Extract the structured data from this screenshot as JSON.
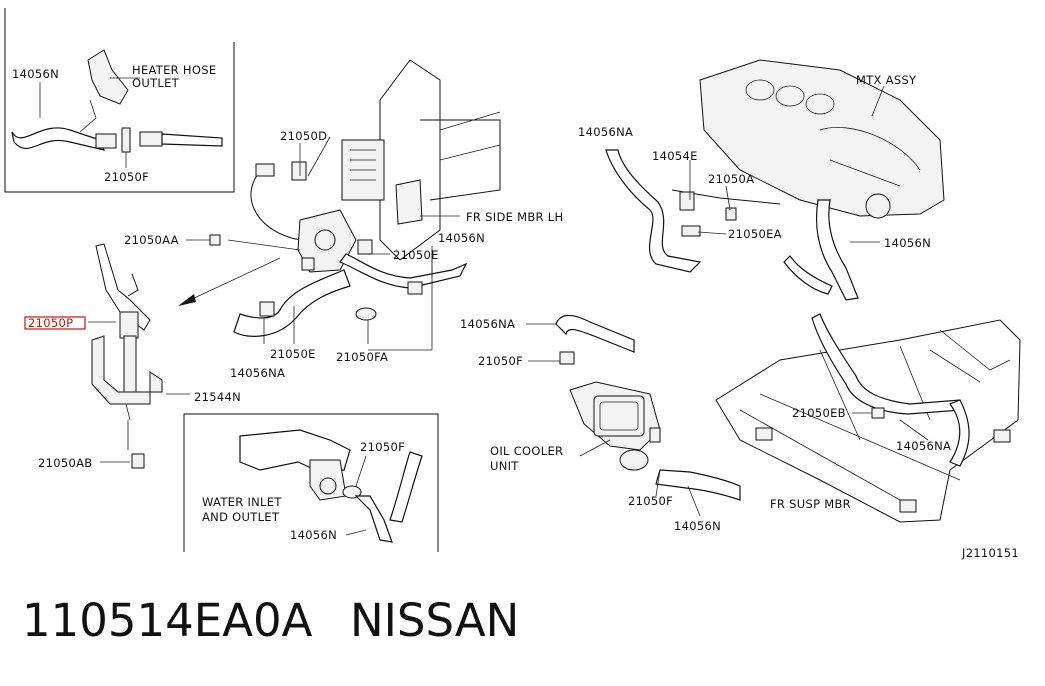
{
  "diagram": {
    "part_labels": {
      "top_left_hose": "14056N",
      "heater_hose_outlet_line1": "HEATER HOSE",
      "heater_hose_outlet_line2": "OUTLET",
      "inset_clamp": "21050F",
      "clamp_d": "21050D",
      "fr_side_mbr": "FR SIDE MBR LH",
      "clamp_aa": "21050AA",
      "hose_n_center": "14056N",
      "clamp_e_center": "21050E",
      "highlighted_part": "21050P",
      "hose_na_center": "14056NA",
      "clamp_e_lower": "21050E",
      "clamp_fa": "21050FA",
      "bracket": "21544N",
      "clamp_ab": "21050AB",
      "inset_clamp_f": "21050F",
      "water_inlet_line1": "WATER INLET",
      "water_inlet_line2": "AND OUTLET",
      "inset_hose_n": "14056N",
      "mtx_assy": "MTX ASSY",
      "hose_na_top": "14056NA",
      "part_14054e": "14054E",
      "clamp_a": "21050A",
      "clamp_ea": "21050EA",
      "hose_n_right": "14056N",
      "hose_na_mid": "14056NA",
      "clamp_f_mid": "21050F",
      "oil_cooler_line1": "OIL COOLER",
      "oil_cooler_line2": "UNIT",
      "clamp_f_low": "21050F",
      "hose_n_low": "14056N",
      "clamp_eb": "21050EB",
      "hose_na_right": "14056NA",
      "fr_susp_mbr": "FR SUSP MBR",
      "diagram_id": "J2110151"
    },
    "highlight_color": "#d01010"
  },
  "caption": {
    "part_number": "110514EA0A",
    "brand": "NISSAN"
  }
}
